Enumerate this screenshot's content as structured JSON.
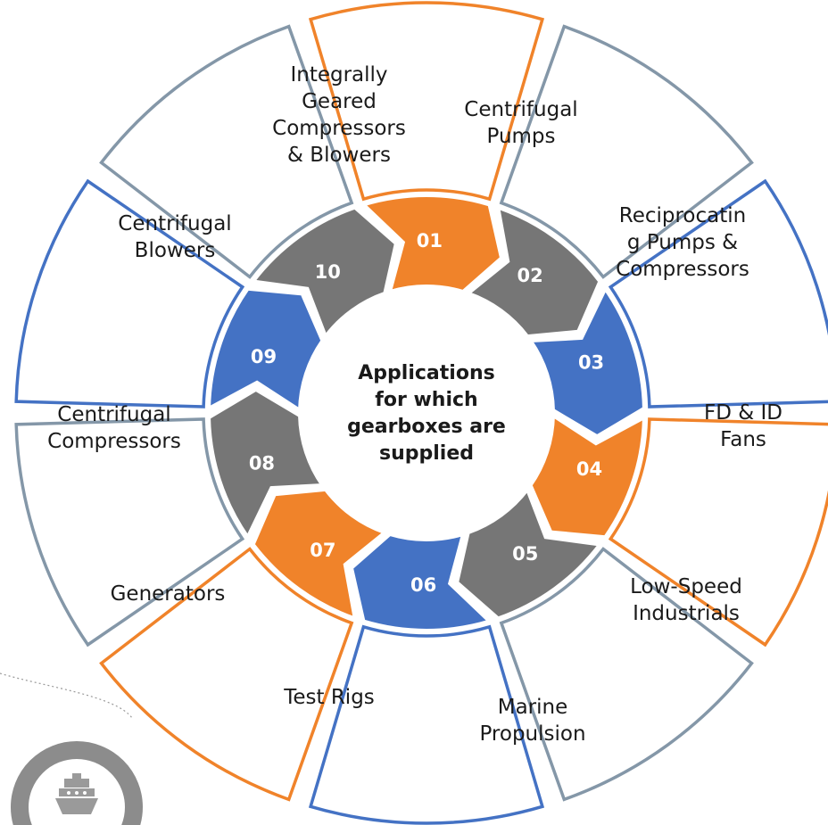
{
  "title_lines": [
    "Applications",
    "for which",
    "gearboxes are",
    "supplied"
  ],
  "colors": {
    "orange": "#f0832a",
    "gray": "#767676",
    "blue": "#4472c4",
    "divider_gray": "#8497a8",
    "ship_ring": "#8c8c8c"
  },
  "segments": [
    {
      "number": "01",
      "color": "orange",
      "label_lines": [
        "Integrally",
        "Geared",
        "Compressors",
        "& Blowers"
      ]
    },
    {
      "number": "02",
      "color": "gray",
      "label_lines": [
        "Centrifugal",
        "Pumps"
      ]
    },
    {
      "number": "03",
      "color": "blue",
      "label_lines": [
        "Reciprocatin",
        "g Pumps &",
        "Compressors"
      ]
    },
    {
      "number": "04",
      "color": "orange",
      "label_lines": [
        "FD & ID",
        "Fans"
      ]
    },
    {
      "number": "05",
      "color": "gray",
      "label_lines": [
        "Low-Speed",
        "Industrials"
      ]
    },
    {
      "number": "06",
      "color": "blue",
      "label_lines": [
        "Marine",
        "Propulsion"
      ]
    },
    {
      "number": "07",
      "color": "orange",
      "label_lines": [
        "Test Rigs"
      ]
    },
    {
      "number": "08",
      "color": "gray",
      "label_lines": [
        "Generators"
      ]
    },
    {
      "number": "09",
      "color": "blue",
      "label_lines": [
        "Centrifugal",
        "Compressors"
      ]
    },
    {
      "number": "10",
      "color": "gray",
      "label_lines": [
        "Centrifugal",
        "Blowers"
      ]
    }
  ],
  "ship_icon": "ship-icon"
}
